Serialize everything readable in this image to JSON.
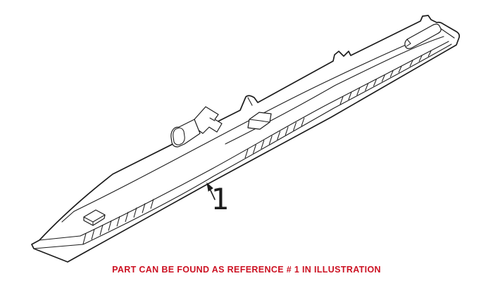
{
  "illustration": {
    "name": "third-brake-light-part-illustration",
    "reference_label": "1",
    "line_color": "#1c1c1c",
    "background": "#ffffff"
  },
  "caption": {
    "text": "PART CAN BE FOUND AS REFERENCE # 1 IN ILLUSTRATION",
    "color": "#cc1122"
  }
}
